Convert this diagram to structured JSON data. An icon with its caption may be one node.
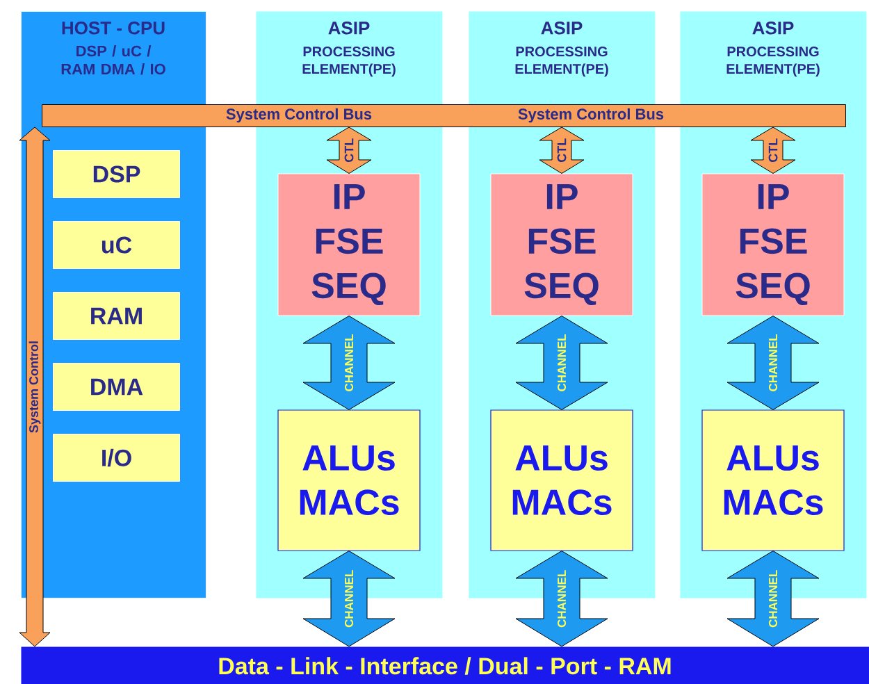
{
  "diagram": {
    "nodes": [
      {
        "text": [
          "HOST - CPU",
          "DSP / uC / RAM DMA / IO"
        ]
      },
      {
        "text": [
          "ASIP",
          "PROCESSING ELEMENT(PE)"
        ]
      },
      {
        "text": [
          "ASIP",
          "PROCESSING ELEMENT(PE)"
        ]
      },
      {
        "text": [
          "ASIP",
          "PROCESSING ELEMENT(PE)"
        ]
      },
      {
        "text": [
          "System Control Bus",
          "System Control Bus"
        ]
      },
      {
        "text": [
          "Data - Link - Interface / Dual - Port - RAM"
        ]
      },
      {
        "text": [
          "DSP"
        ],
        "in": 0
      },
      {
        "text": [
          "uC"
        ],
        "in": 0
      },
      {
        "text": [
          "RAM"
        ],
        "in": 0
      },
      {
        "text": [
          "DMA"
        ],
        "in": 0
      },
      {
        "text": [
          "I/O"
        ],
        "in": 0
      },
      {
        "text": [
          "IP FSE SEQ"
        ],
        "in": 1
      },
      {
        "text": [
          "ALUs MACs"
        ],
        "in": 1
      },
      {
        "text": [
          "IP FSE SEQ"
        ],
        "in": 2
      },
      {
        "text": [
          "ALUs MACs"
        ],
        "in": 2
      },
      {
        "text": [
          "IP FSE SEQ"
        ],
        "in": 3
      },
      {
        "text": [
          "ALUs MACs"
        ],
        "in": 3
      }
    ],
    "edges": [
      {
        "from": 4,
        "to": 11,
        "arrow": "both",
        "label": "CTL",
        "color": "#f9a05a"
      },
      {
        "from": 4,
        "to": 13,
        "arrow": "both",
        "label": "CTL",
        "color": "#f9a05a"
      },
      {
        "from": 4,
        "to": 15,
        "arrow": "both",
        "label": "CTL",
        "color": "#f9a05a"
      },
      {
        "from": 11,
        "to": 12,
        "arrow": "both",
        "label": "CHANNEL"
      },
      {
        "from": 13,
        "to": 14,
        "arrow": "both",
        "label": "CHANNEL"
      },
      {
        "from": 15,
        "to": 16,
        "arrow": "both",
        "label": "CHANNEL"
      },
      {
        "from": 12,
        "to": 5,
        "arrow": "both",
        "label": "CHANNEL"
      },
      {
        "from": 14,
        "to": 5,
        "arrow": "both",
        "label": "CHANNEL"
      },
      {
        "from": 16,
        "to": 5,
        "arrow": "both",
        "label": "CHANNEL"
      },
      {
        "from": 4,
        "to": 5,
        "arrow": "both",
        "label": "System Control",
        "color": "#f9a05a"
      }
    ]
  }
}
